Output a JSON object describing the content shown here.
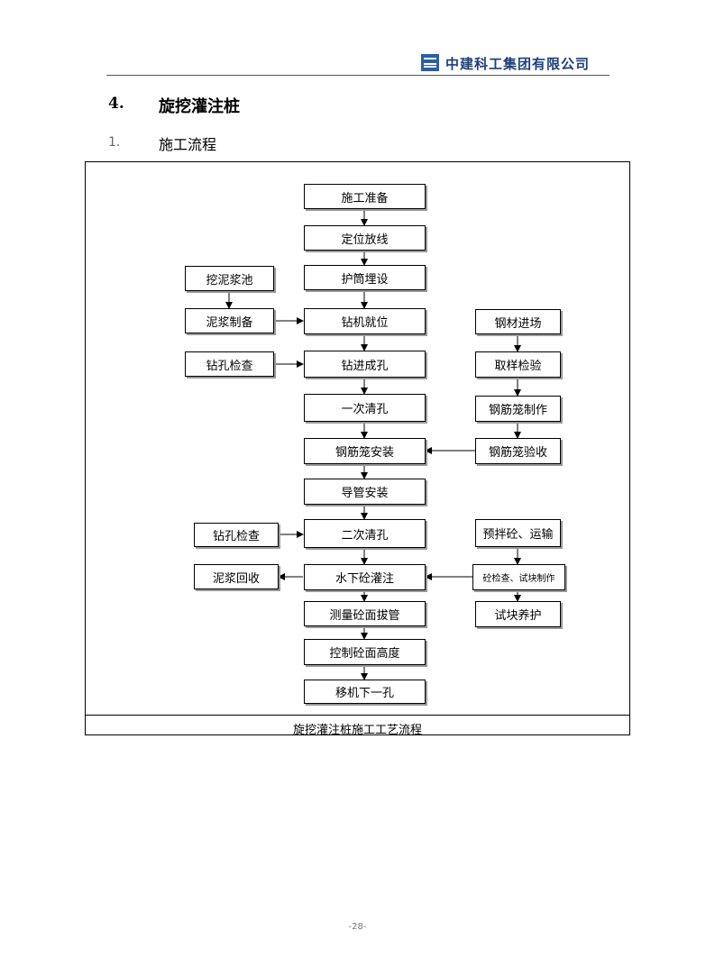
{
  "header": {
    "company": "中建科工集团有限公司"
  },
  "section": {
    "number": "4.",
    "title": "旋挖灌注桩"
  },
  "subsection": {
    "number": "1.",
    "title": "施工流程"
  },
  "flowchart": {
    "main": {
      "s1": "施工准备",
      "s2": "定位放线",
      "s3": "护筒埋设",
      "s4": "钻机就位",
      "s5": "钻进成孔",
      "s6": "一次清孔",
      "s7": "钢筋笼安装",
      "s8": "导管安装",
      "s9": "二次清孔",
      "s10": "水下砼灌注",
      "s11": "测量砼面拔管",
      "s12": "控制砼面高度",
      "s13": "移机下一孔"
    },
    "left": {
      "l1": "挖泥浆池",
      "l2": "泥浆制备",
      "l3": "钻孔检查",
      "l4": "钻孔检查",
      "l5": "泥浆回收"
    },
    "right": {
      "r1": "钢材进场",
      "r2": "取样检验",
      "r3": "钢筋笼制作",
      "r4": "钢筋笼验收",
      "r5": "预拌砼、运输",
      "r6": "砼检查、试块制作",
      "r7": "试块养护"
    },
    "caption": "旋挖灌注桩施工工艺流程"
  },
  "footer": {
    "page": "-28-"
  }
}
